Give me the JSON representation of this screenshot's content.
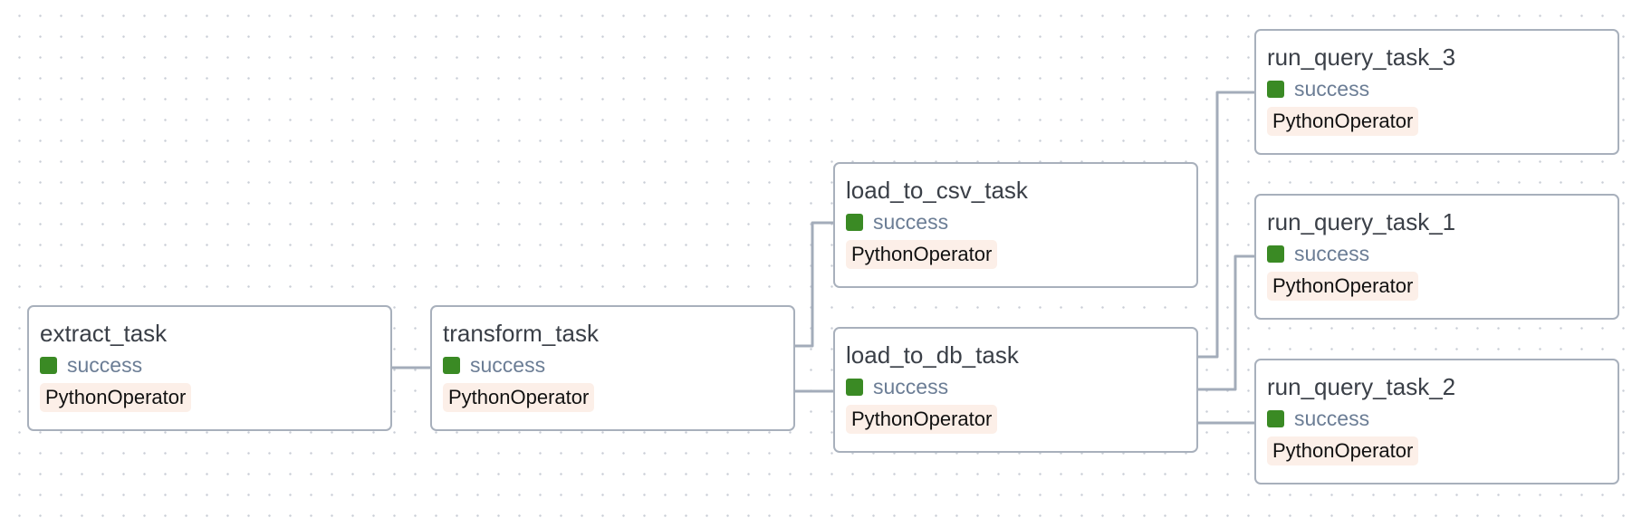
{
  "colors": {
    "success": "#3a8a24",
    "status_text": "#6b7d95",
    "operator_badge_bg": "#fcefe8",
    "node_border": "#a8b0bc",
    "edge": "#a3acba"
  },
  "nodes": {
    "extract_task": {
      "name": "extract_task",
      "status": "success",
      "operator": "PythonOperator"
    },
    "transform_task": {
      "name": "transform_task",
      "status": "success",
      "operator": "PythonOperator"
    },
    "load_to_csv_task": {
      "name": "load_to_csv_task",
      "status": "success",
      "operator": "PythonOperator"
    },
    "load_to_db_task": {
      "name": "load_to_db_task",
      "status": "success",
      "operator": "PythonOperator"
    },
    "run_query_task_3": {
      "name": "run_query_task_3",
      "status": "success",
      "operator": "PythonOperator"
    },
    "run_query_task_1": {
      "name": "run_query_task_1",
      "status": "success",
      "operator": "PythonOperator"
    },
    "run_query_task_2": {
      "name": "run_query_task_2",
      "status": "success",
      "operator": "PythonOperator"
    }
  },
  "edges": [
    {
      "from": "extract_task",
      "to": "transform_task"
    },
    {
      "from": "transform_task",
      "to": "load_to_csv_task"
    },
    {
      "from": "transform_task",
      "to": "load_to_db_task"
    },
    {
      "from": "load_to_db_task",
      "to": "run_query_task_3"
    },
    {
      "from": "load_to_db_task",
      "to": "run_query_task_1"
    },
    {
      "from": "load_to_db_task",
      "to": "run_query_task_2"
    }
  ]
}
